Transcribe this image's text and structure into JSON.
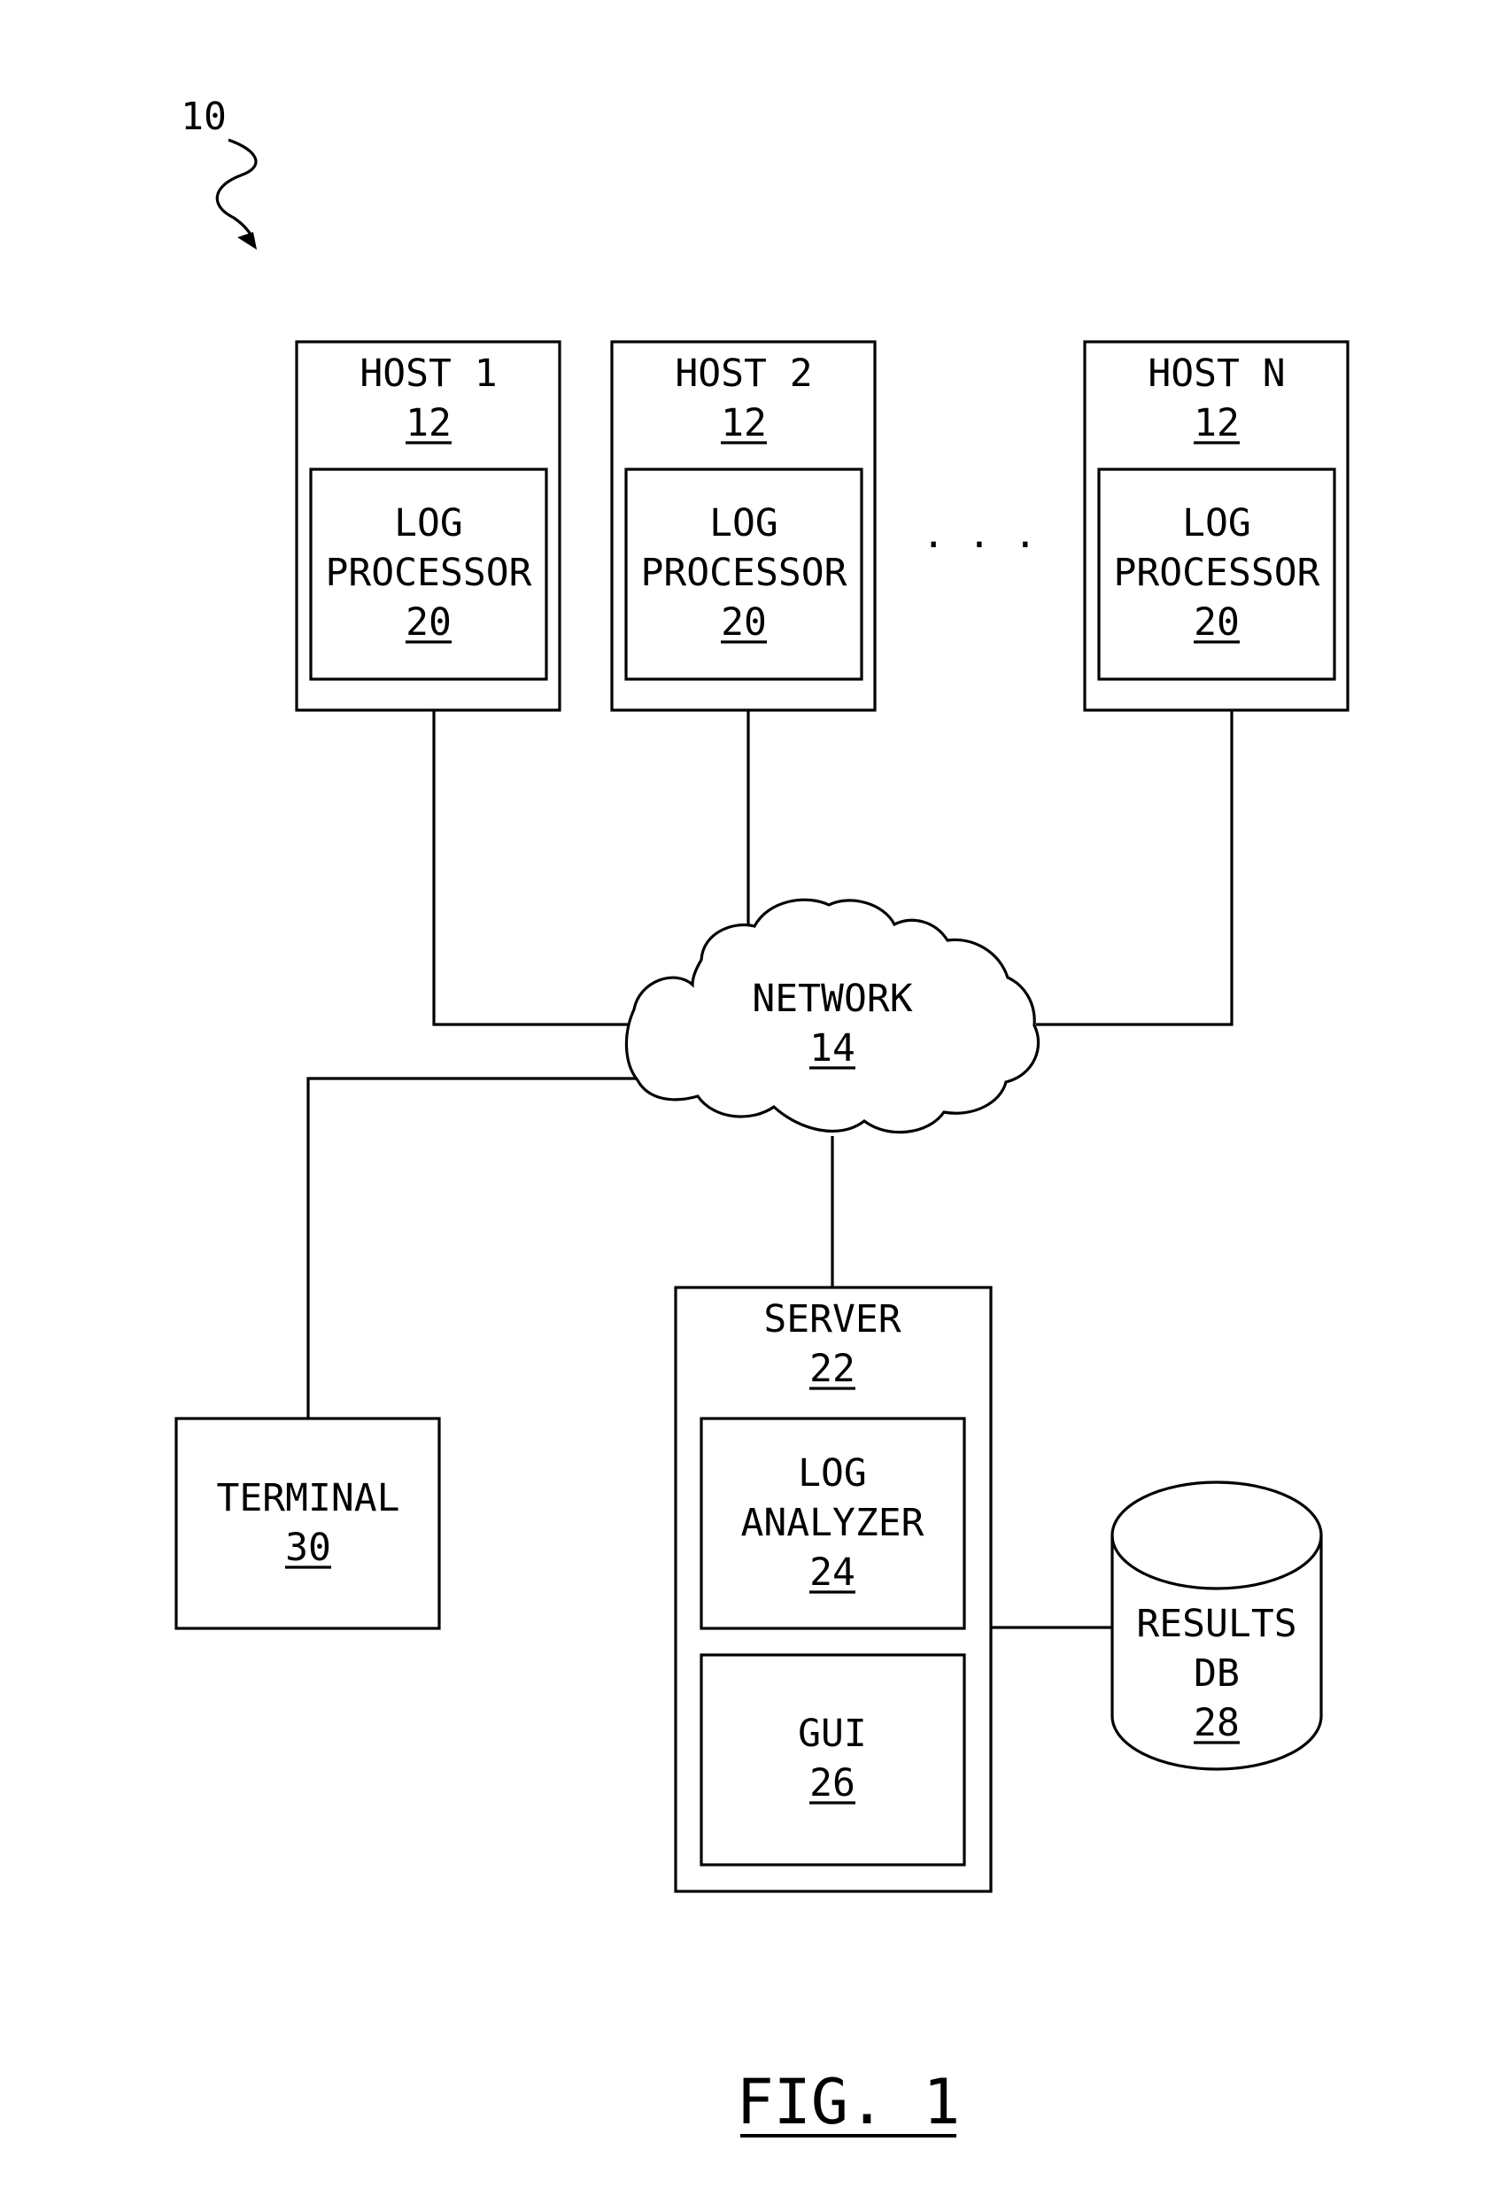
{
  "figure_ref": "10",
  "ellipsis": ". . .",
  "hosts": [
    {
      "title": "HOST 1",
      "ref": "12",
      "inner_line1": "LOG",
      "inner_line2": "PROCESSOR",
      "inner_ref": "20"
    },
    {
      "title": "HOST 2",
      "ref": "12",
      "inner_line1": "LOG",
      "inner_line2": "PROCESSOR",
      "inner_ref": "20"
    },
    {
      "title": "HOST N",
      "ref": "12",
      "inner_line1": "LOG",
      "inner_line2": "PROCESSOR",
      "inner_ref": "20"
    }
  ],
  "network": {
    "label": "NETWORK",
    "ref": "14"
  },
  "terminal": {
    "label": "TERMINAL",
    "ref": "30"
  },
  "server": {
    "label": "SERVER",
    "ref": "22",
    "log_analyzer": {
      "line1": "LOG",
      "line2": "ANALYZER",
      "ref": "24"
    },
    "gui": {
      "label": "GUI",
      "ref": "26"
    }
  },
  "results_db": {
    "line1": "RESULTS",
    "line2": "DB",
    "ref": "28"
  },
  "caption": "FIG. 1"
}
